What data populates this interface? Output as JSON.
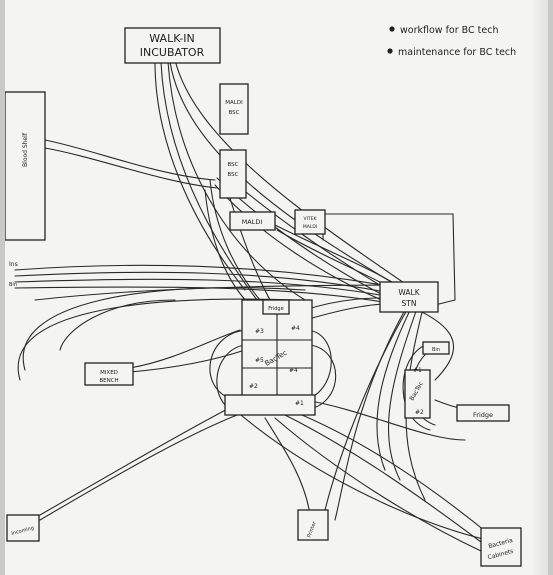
{
  "legend": {
    "workflow": "workflow for BC tech",
    "maintenance": "maintenance for BC tech"
  },
  "nodes": {
    "walk_in_incubator": {
      "line1": "WALK-IN",
      "line2": "INCUBATOR"
    },
    "maldi_bsc": {
      "line1": "MALDI",
      "line2": "BSC"
    },
    "bsc2": {
      "line1": "BSC",
      "line2": "BSC"
    },
    "maldi": "MALDI",
    "vitek_maldi": {
      "line1": "VITEK",
      "line2": "MALDI"
    },
    "walk_stn": {
      "line1": "WALK",
      "line2": "STN"
    },
    "blood_shelf": "Blood Shelf",
    "left_small": {
      "line1": "Ins",
      "line2": "Bin"
    },
    "central": "BacTec",
    "central_labels": [
      "#3",
      "#4",
      "#2",
      "#1",
      "#4",
      "#5"
    ],
    "central_top": "Fridge",
    "mixed_bench": {
      "line1": "MIXED",
      "line2": "BENCH"
    },
    "right_cluster": "BacTec",
    "right_labels": [
      "#1",
      "#2"
    ],
    "right_top": "Bin",
    "fridge_right": "Fridge",
    "incoming": "Incoming",
    "printer": "Printer",
    "bacteria_cabinet": {
      "line1": "Bacteria",
      "line2": "Cabinets"
    }
  }
}
